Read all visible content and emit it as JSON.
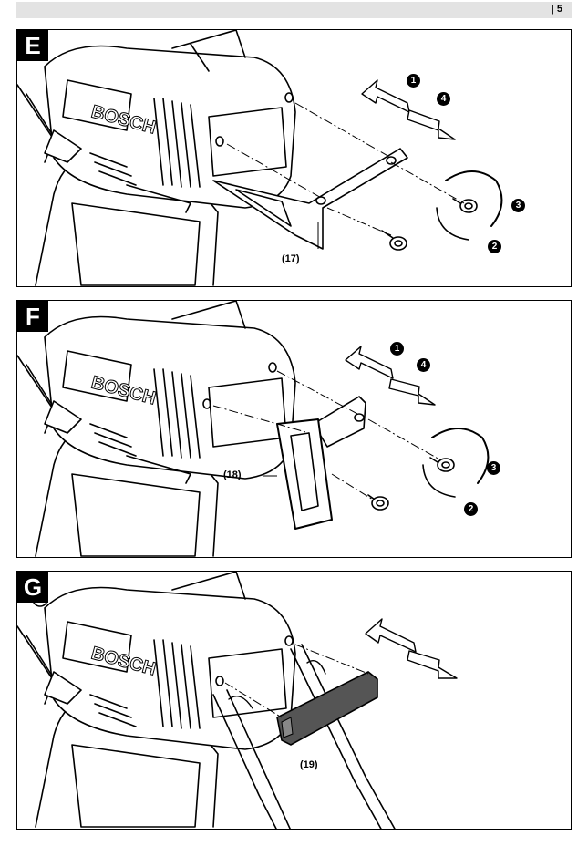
{
  "page": {
    "number": "5",
    "separator": "|"
  },
  "panels": [
    {
      "letter": "E",
      "callout": "(17)",
      "steps": [
        "1",
        "4",
        "3",
        "2"
      ]
    },
    {
      "letter": "F",
      "callout": "(18)",
      "steps": [
        "1",
        "4",
        "3",
        "2"
      ]
    },
    {
      "letter": "G",
      "callout": "(19)"
    }
  ],
  "brand_text": "BOSCH"
}
